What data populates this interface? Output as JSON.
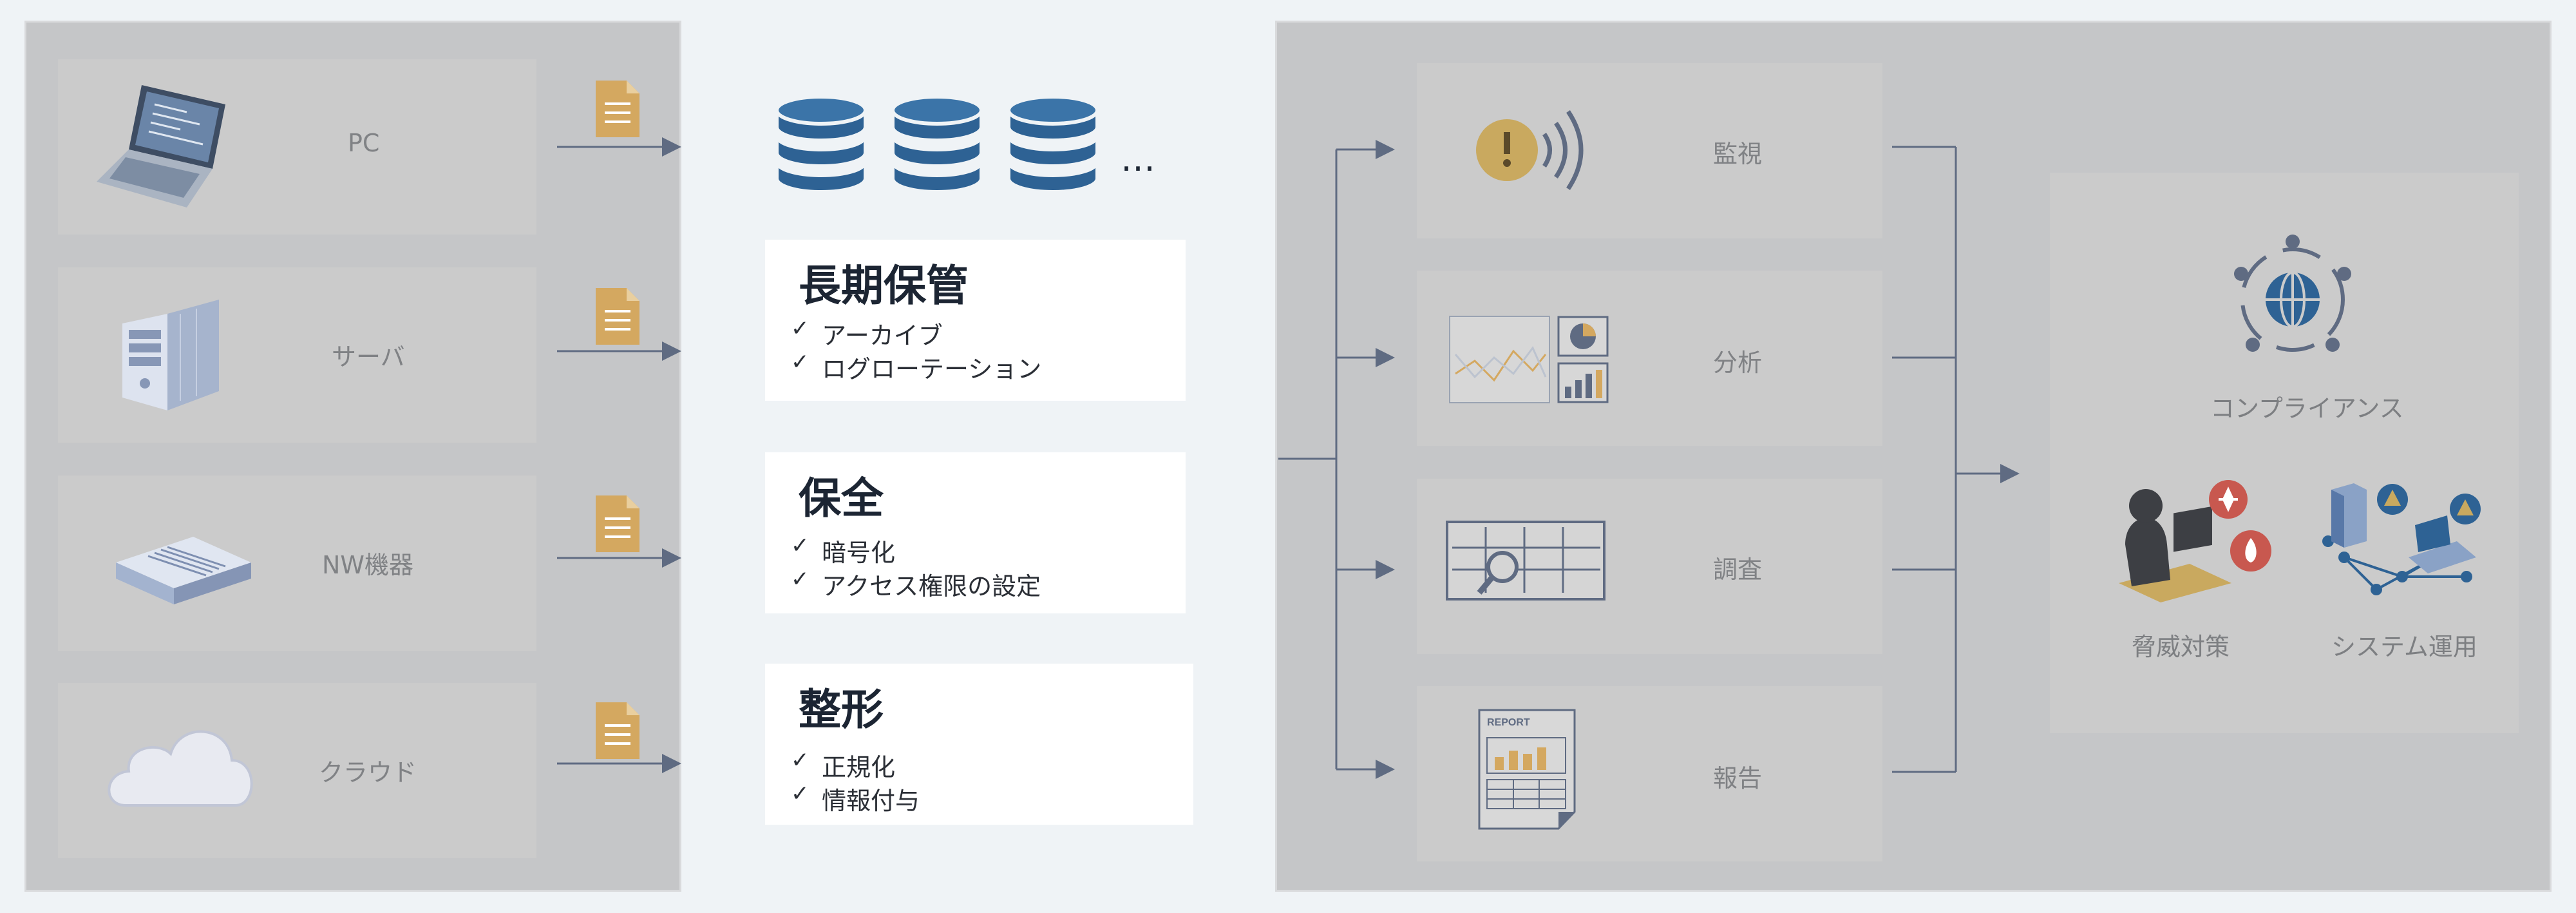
{
  "sources": [
    {
      "label": "PC",
      "icon": "laptop-icon"
    },
    {
      "label": "サーバ",
      "icon": "server-icon"
    },
    {
      "label": "NW機器",
      "icon": "network-device-icon"
    },
    {
      "label": "クラウド",
      "icon": "cloud-icon"
    }
  ],
  "storage": {
    "ellipsis": "…"
  },
  "cards": [
    {
      "title": "長期保管",
      "items": [
        "アーカイブ",
        "ログローテーション"
      ]
    },
    {
      "title": "保全",
      "items": [
        "暗号化",
        "アクセス権限の設定"
      ]
    },
    {
      "title": "整形",
      "items": [
        "正規化",
        "情報付与"
      ]
    }
  ],
  "check_mark": "✓",
  "outputs": [
    {
      "label": "監視",
      "icon": "alert-signal-icon"
    },
    {
      "label": "分析",
      "icon": "analytics-chart-icon"
    },
    {
      "label": "調査",
      "icon": "search-table-icon"
    },
    {
      "label": "報告",
      "icon": "report-document-icon"
    }
  ],
  "report_icon_text": "REPORT",
  "goals": {
    "compliance": "コンプライアンス",
    "threat": "脅威対策",
    "operation": "システム運用"
  },
  "colors": {
    "panel": "#c5c6c8",
    "box": "#cbcbcb",
    "connector": "#5f6b82",
    "database": "#2e6294",
    "file": "#d4a860",
    "alert": "#c9a95f",
    "danger": "#c8584f"
  }
}
